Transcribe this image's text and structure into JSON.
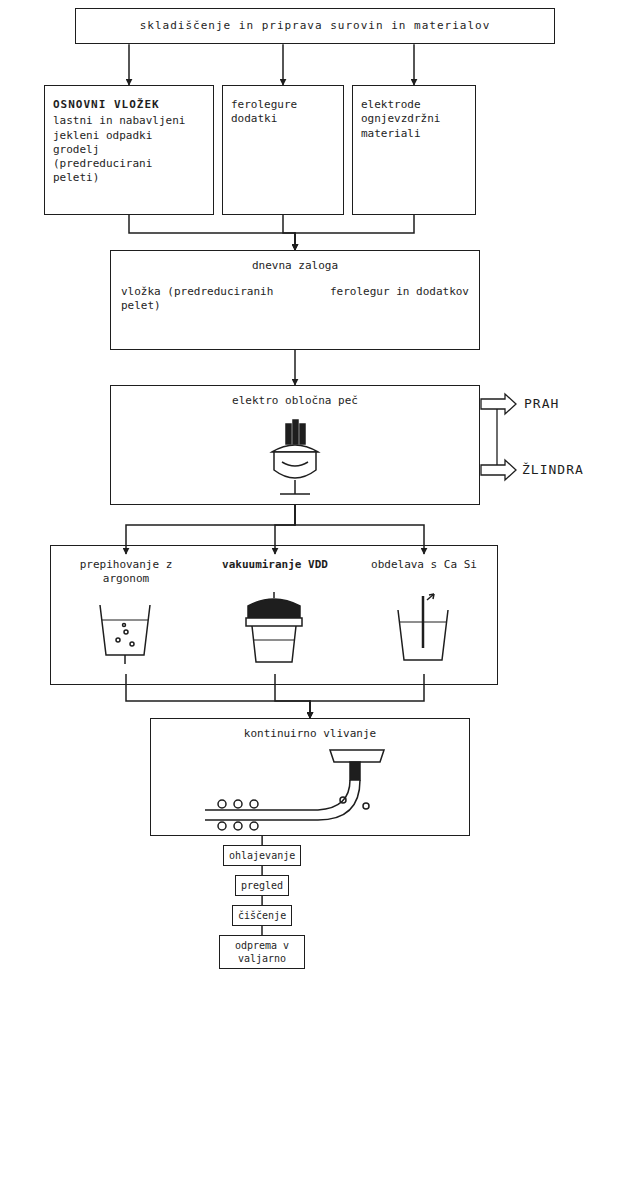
{
  "diagram": {
    "nodes": [
      {
        "text": [
          "skladiščenje in priprava surovin in materialov"
        ]
      },
      {
        "text": [
          "OSNOVNI VLOŽEK",
          "lastni in nabavljeni jekleni odpadki grodelj (predreducirani peleti)"
        ]
      },
      {
        "text": [
          "ferolegure dodatki"
        ]
      },
      {
        "text": [
          "elektrode ognjevzdržni materiali"
        ]
      },
      {
        "text": [
          "dnevna zaloga",
          "vložka (predreduciranih pelet)",
          "ferolegur in dodatkov"
        ]
      },
      {
        "text": [
          "elektro obločna peč"
        ]
      },
      {
        "text": []
      },
      {
        "text": [
          "prepihovanje z argonom"
        ],
        "in": 6
      },
      {
        "text": [
          "vakuumiranje VDD"
        ],
        "in": 6
      },
      {
        "text": [
          "obdelava s Ca Si"
        ],
        "in": 6
      },
      {
        "text": [
          "kontinuirno vlivanje"
        ]
      },
      {
        "text": [
          "ohlajevanje"
        ]
      },
      {
        "text": [
          "pregled"
        ]
      },
      {
        "text": [
          "čiščenje"
        ]
      },
      {
        "text": [
          "odprema v valjarno"
        ]
      }
    ],
    "edges": [
      {
        "from": 0,
        "to": 1,
        "arrow": "to"
      },
      {
        "from": 0,
        "to": 2,
        "arrow": "to"
      },
      {
        "from": 0,
        "to": 3,
        "arrow": "to"
      },
      {
        "from": 1,
        "to": 4,
        "arrow": "to"
      },
      {
        "from": 2,
        "to": 4,
        "arrow": "to"
      },
      {
        "from": 3,
        "to": 4,
        "arrow": "to"
      },
      {
        "from": 4,
        "to": 5,
        "arrow": "to"
      },
      {
        "from": 5,
        "to": 7,
        "arrow": "to"
      },
      {
        "from": 5,
        "to": 8,
        "arrow": "to"
      },
      {
        "from": 5,
        "to": 9,
        "arrow": "to"
      },
      {
        "from": 7,
        "to": 10,
        "arrow": "to"
      },
      {
        "from": 8,
        "to": 10,
        "arrow": "to"
      },
      {
        "from": 9,
        "to": 10,
        "arrow": "to"
      },
      {
        "from": 10,
        "to": 11,
        "arrow": "none"
      },
      {
        "from": 11,
        "to": 12,
        "arrow": "none"
      },
      {
        "from": 12,
        "to": 13,
        "arrow": "none"
      },
      {
        "from": 13,
        "to": 14,
        "arrow": "none"
      }
    ],
    "labels": [
      "PRAH",
      "ŽLINDRA"
    ]
  }
}
